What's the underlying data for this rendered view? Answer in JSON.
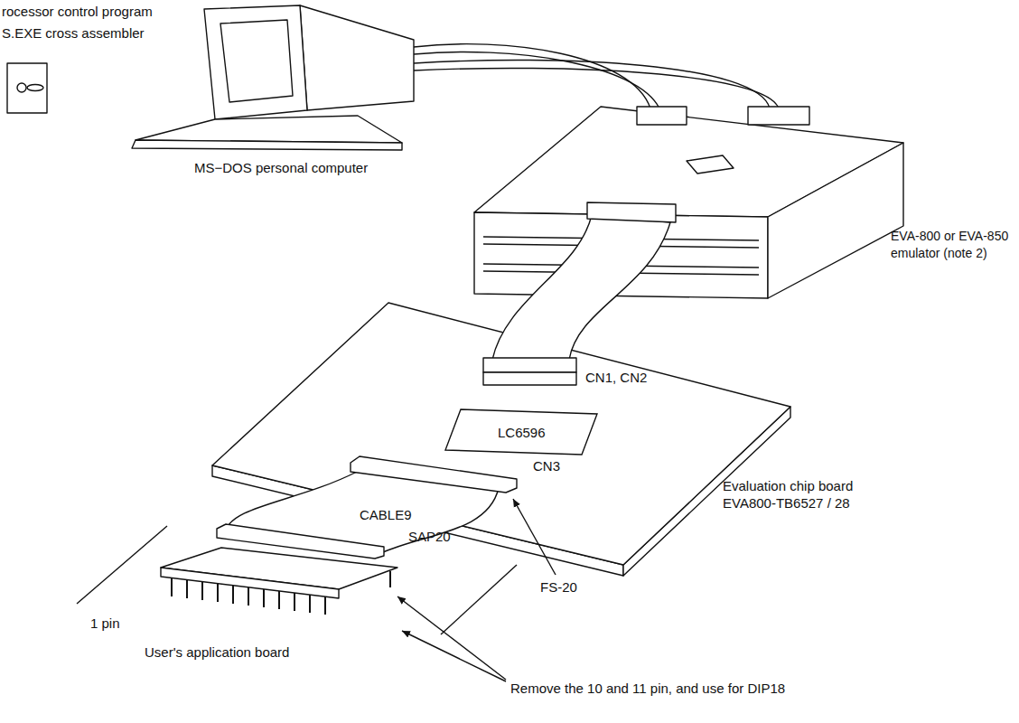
{
  "diagram": {
    "nodes": [
      {
        "text": [
          "LC6596"
        ]
      }
    ],
    "labels": [
      "rocessor control program",
      "S.EXE cross assembler",
      "MS−DOS personal computer",
      "EVA-800 or EVA-850 emulator (note 2)",
      "CN1, CN2",
      "CN3",
      "Evaluation chip board EVA800-TB6527 / 28",
      "CABLE9",
      "FS-20",
      "SAP20",
      "1 pin",
      "User's application board",
      "Remove the 10 and 11 pin, and use for DIP18"
    ]
  }
}
